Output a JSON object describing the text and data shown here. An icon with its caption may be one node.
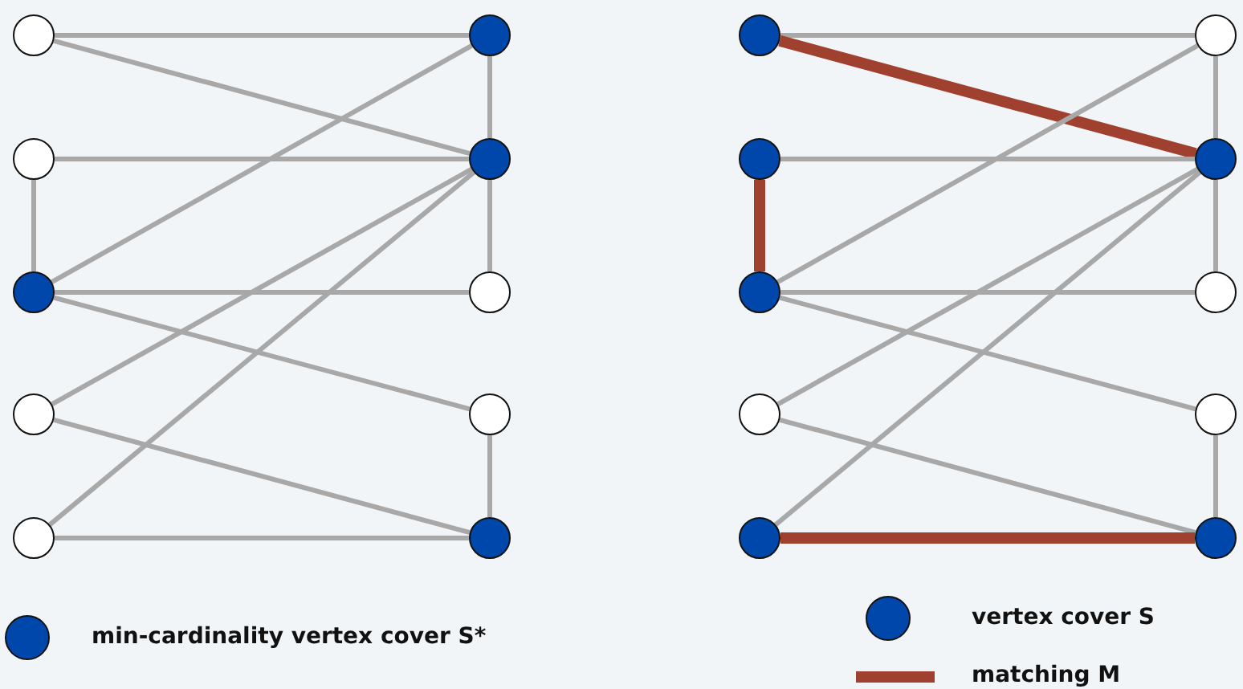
{
  "diagram": {
    "nodes": [
      {
        "text": [],
        "shape": "circle"
      },
      {
        "text": [],
        "shape": "circle"
      },
      {
        "text": [],
        "shape": "disc"
      },
      {
        "text": [],
        "shape": "circle"
      },
      {
        "text": [],
        "shape": "circle"
      },
      {
        "text": [],
        "shape": "disc"
      },
      {
        "text": [],
        "shape": "disc"
      },
      {
        "text": [],
        "shape": "circle"
      },
      {
        "text": [],
        "shape": "circle"
      },
      {
        "text": [],
        "shape": "disc"
      },
      {
        "text": [],
        "shape": "disc"
      },
      {
        "text": [],
        "shape": "disc"
      },
      {
        "text": [],
        "shape": "disc"
      },
      {
        "text": [],
        "shape": "circle"
      },
      {
        "text": [],
        "shape": "disc"
      },
      {
        "text": [],
        "shape": "circle"
      },
      {
        "text": [],
        "shape": "disc"
      },
      {
        "text": [],
        "shape": "circle"
      },
      {
        "text": [],
        "shape": "circle"
      },
      {
        "text": [],
        "shape": "disc"
      }
    ],
    "edges": [
      {
        "from": 0,
        "to": 5,
        "arrow": "none"
      },
      {
        "from": 0,
        "to": 6,
        "arrow": "none"
      },
      {
        "from": 1,
        "to": 6,
        "arrow": "none"
      },
      {
        "from": 1,
        "to": 2,
        "arrow": "none"
      },
      {
        "from": 2,
        "to": 5,
        "arrow": "none"
      },
      {
        "from": 2,
        "to": 7,
        "arrow": "none"
      },
      {
        "from": 2,
        "to": 8,
        "arrow": "none"
      },
      {
        "from": 3,
        "to": 6,
        "arrow": "none"
      },
      {
        "from": 3,
        "to": 9,
        "arrow": "none"
      },
      {
        "from": 4,
        "to": 6,
        "arrow": "none"
      },
      {
        "from": 4,
        "to": 9,
        "arrow": "none"
      },
      {
        "from": 5,
        "to": 6,
        "arrow": "none"
      },
      {
        "from": 6,
        "to": 7,
        "arrow": "none"
      },
      {
        "from": 8,
        "to": 9,
        "arrow": "none"
      },
      {
        "from": 10,
        "to": 15,
        "arrow": "none"
      },
      {
        "from": 10,
        "to": 16,
        "arrow": "none",
        "style": "thick",
        "color": "#a0402e"
      },
      {
        "from": 11,
        "to": 16,
        "arrow": "none"
      },
      {
        "from": 11,
        "to": 12,
        "arrow": "none",
        "style": "thick",
        "color": "#a0402e"
      },
      {
        "from": 12,
        "to": 15,
        "arrow": "none"
      },
      {
        "from": 12,
        "to": 17,
        "arrow": "none"
      },
      {
        "from": 12,
        "to": 18,
        "arrow": "none"
      },
      {
        "from": 13,
        "to": 16,
        "arrow": "none"
      },
      {
        "from": 13,
        "to": 19,
        "arrow": "none"
      },
      {
        "from": 14,
        "to": 16,
        "arrow": "none"
      },
      {
        "from": 14,
        "to": 19,
        "arrow": "none",
        "style": "thick",
        "color": "#a0402e"
      },
      {
        "from": 15,
        "to": 16,
        "arrow": "none"
      },
      {
        "from": 16,
        "to": 17,
        "arrow": "none"
      },
      {
        "from": 18,
        "to": 19,
        "arrow": "none"
      }
    ],
    "legend": [
      {
        "text": "min-cardinality vertex cover S*",
        "color": "#0047ab"
      },
      {
        "text": "vertex cover S",
        "color": "#0047ab"
      },
      {
        "text": "matching M"
      }
    ]
  }
}
